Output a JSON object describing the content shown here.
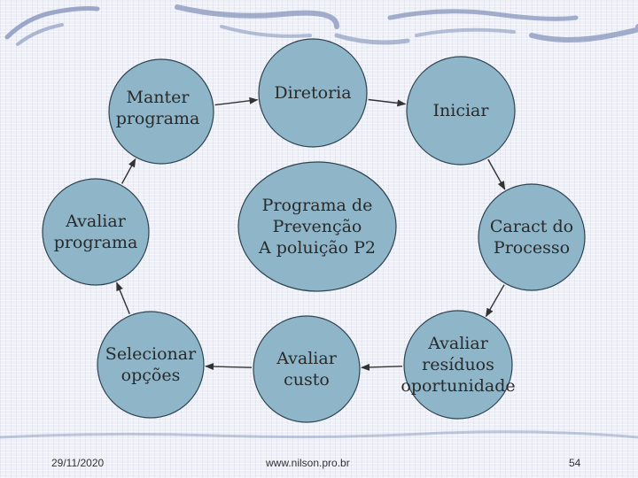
{
  "diagram": {
    "nodes": [
      {
        "id": "manter",
        "label": "Manter\nprograma"
      },
      {
        "id": "diretoria",
        "label": "Diretoria"
      },
      {
        "id": "iniciar",
        "label": "Iniciar"
      },
      {
        "id": "avaliar-programa",
        "label": "Avaliar\nprograma"
      },
      {
        "id": "central",
        "label": "Programa de\nPrevenção\nA poluição P2"
      },
      {
        "id": "caract",
        "label": "Caract do\nProcesso"
      },
      {
        "id": "selecionar",
        "label": "Selecionar\nopções"
      },
      {
        "id": "avaliar-custo",
        "label": "Avaliar\ncusto"
      },
      {
        "id": "avaliar-residuos",
        "label": "Avaliar\nresíduos\noportunidade"
      }
    ],
    "edges": [
      {
        "from": "manter",
        "to": "diretoria"
      },
      {
        "from": "diretoria",
        "to": "iniciar"
      },
      {
        "from": "iniciar",
        "to": "caract"
      },
      {
        "from": "caract",
        "to": "avaliar-residuos"
      },
      {
        "from": "avaliar-residuos",
        "to": "avaliar-custo"
      },
      {
        "from": "avaliar-custo",
        "to": "selecionar"
      },
      {
        "from": "selecionar",
        "to": "avaliar-programa"
      },
      {
        "from": "avaliar-programa",
        "to": "manter"
      }
    ],
    "colors": {
      "node_fill": "#8fb5c9",
      "node_stroke": "#2f4350",
      "arrow": "#333333"
    }
  },
  "footer": {
    "date": "29/11/2020",
    "website": "www.nilson.pro.br",
    "page": "54"
  }
}
